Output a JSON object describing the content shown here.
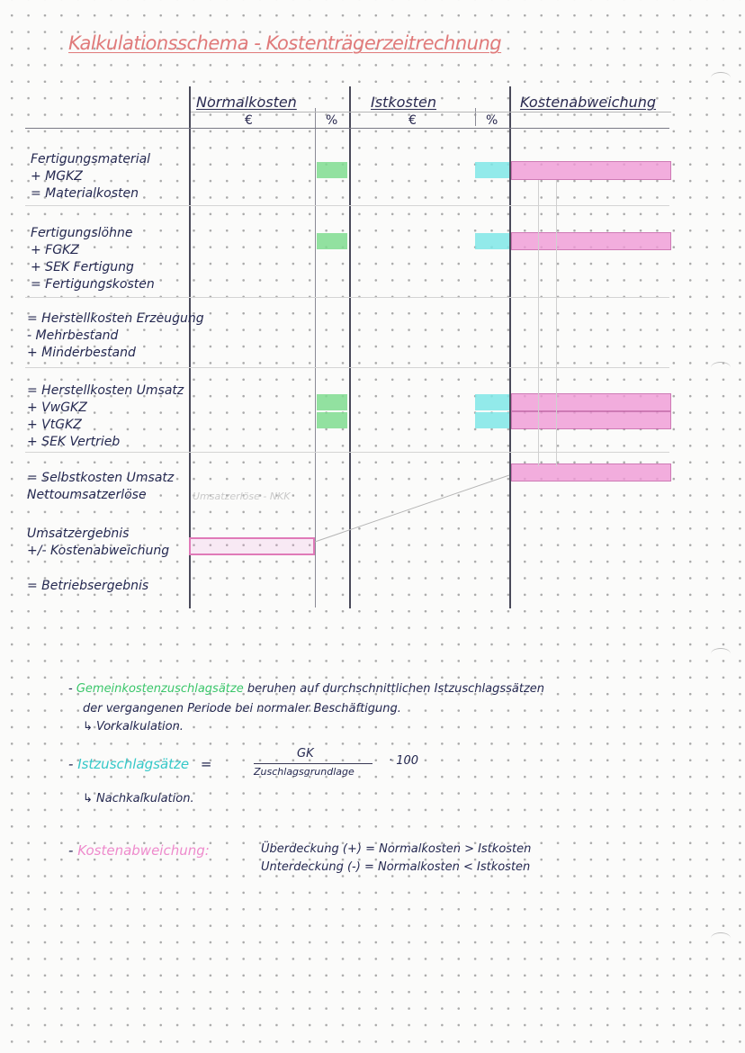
{
  "title": "Kalkulationsschema - Kostenträgerzeitrechnung",
  "columns": {
    "normal": "Normalkosten",
    "ist": "Istkosten",
    "abweichung": "Kostenabweichung",
    "euro": "€",
    "percent": "%"
  },
  "blocks": [
    {
      "lines": [
        "Fertigungsmaterial",
        "+ MGKZ",
        "= Materialkosten"
      ]
    },
    {
      "lines": [
        "Fertigungslöhne",
        "+ FGKZ",
        "+ SEK Fertigung",
        "= Fertigungskosten"
      ]
    },
    {
      "lines": [
        "= Herstellkosten Erzeugung",
        "- Mehrbestand",
        "+ Minderbestand"
      ]
    },
    {
      "lines": [
        "= Herstellkosten Umsatz",
        "+ VwGKZ",
        "+ VtGKZ",
        "+ SEK Vertrieb"
      ]
    },
    {
      "lines": [
        "= Selbstkosten Umsatz",
        "Nettoumsatzerlöse"
      ]
    },
    {
      "lines": [
        "Umsatzergebnis",
        "+/- Kostenabweichung"
      ]
    },
    {
      "lines": [
        "= Betriebsergebnis"
      ]
    }
  ],
  "faint_note": "Umsatzerlöse - NKK",
  "notes": {
    "n1_term": "Gemeinkostenzuschlagsätze",
    "n1_rest": " beruhen auf durchschnittlichen Istzuschlagssätzen",
    "n1_line2": "der vergangenen Periode bei normaler Beschäftigung.",
    "n1_arrow": "↳ Vorkalkulation.",
    "n2_term": "Istzuschlagsätze",
    "n2_eq": "=",
    "n2_num": "GK",
    "n2_den": "Zuschlagsgrundlage",
    "n2_mult": "· 100",
    "n2_arrow": "↳ Nachkalkulation.",
    "n3_term": "Kostenabweichung:",
    "n3_l1": "Überdeckung (+) = Normalkosten > Istkosten",
    "n3_l2": "Unterdeckung (-) = Normalkosten < Istkosten"
  },
  "colors": {
    "title": "#e07a7a",
    "green": "#7fdc8f",
    "cyan": "#7fe6e6",
    "pink": "#f09ad6"
  }
}
